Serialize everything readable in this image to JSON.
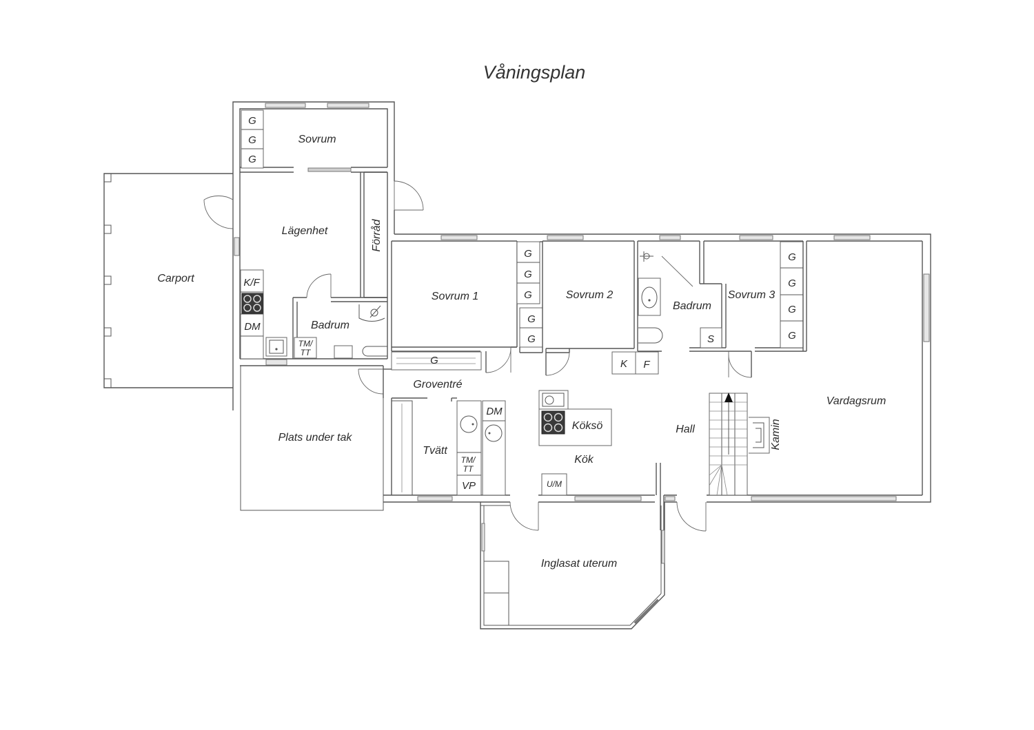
{
  "title": "Våningsplan",
  "rooms": {
    "sovrum": "Sovrum",
    "lagenhet": "Lägenhet",
    "forrad": "Förråd",
    "carport": "Carport",
    "badrum_small": "Badrum",
    "plats_under_tak": "Plats under tak",
    "sovrum1": "Sovrum 1",
    "sovrum2": "Sovrum 2",
    "badrum": "Badrum",
    "sovrum3": "Sovrum 3",
    "vardagsrum": "Vardagsrum",
    "groventre": "Groventré",
    "tvatt": "Tvätt",
    "kok": "Kök",
    "kokso": "Köksö",
    "hall": "Hall",
    "kamin": "Kamin",
    "inglasat": "Inglasat uterum"
  },
  "fixtures": {
    "g": "G",
    "kf": "K/F",
    "dm": "DM",
    "tm": "TM/",
    "tt": "TT",
    "s": "S",
    "k": "K",
    "f": "F",
    "vp": "VP",
    "um": "U/M"
  }
}
